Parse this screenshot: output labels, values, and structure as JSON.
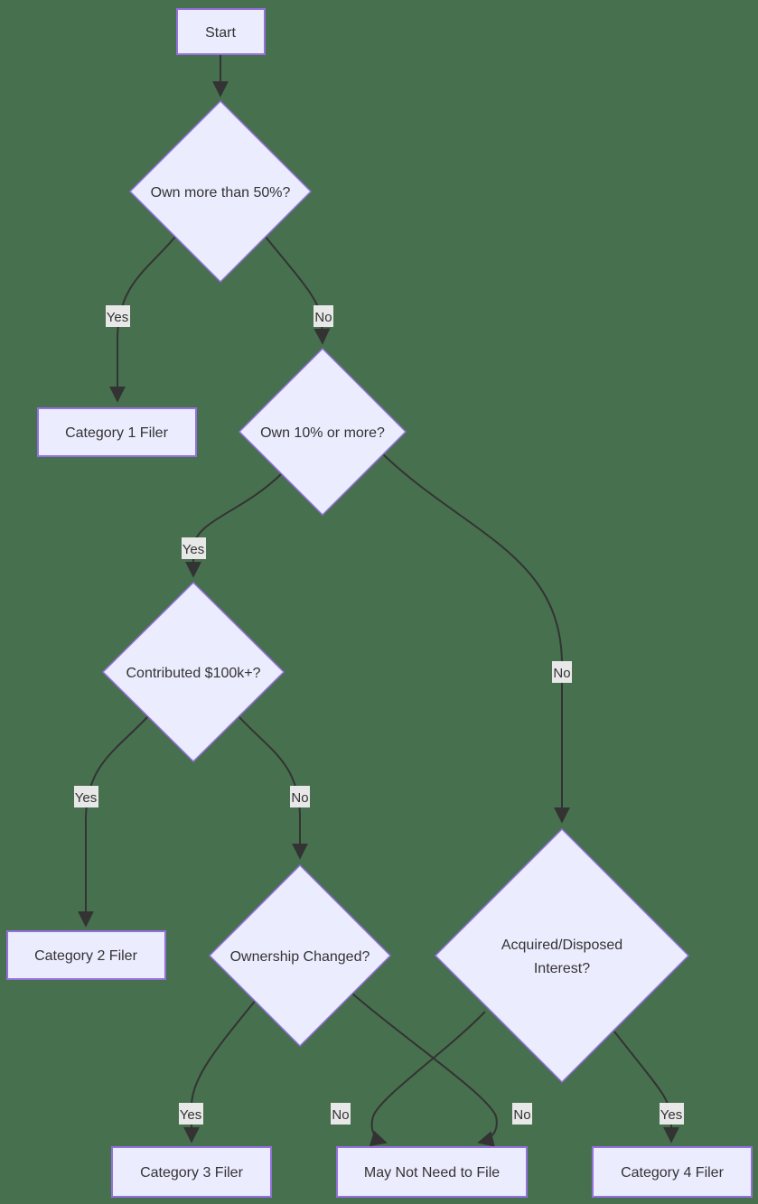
{
  "diagram": {
    "type": "flowchart",
    "colors": {
      "background": "#47704F",
      "node_fill": "#ECECFF",
      "node_border": "#9370DB",
      "edge_line": "#333333",
      "edge_label_background": "#E8E8E8",
      "text": "#333333"
    },
    "nodes": {
      "start": {
        "label": "Start",
        "shape": "rect"
      },
      "q_own_50": {
        "label": "Own more than 50%?",
        "shape": "diamond"
      },
      "category_1": {
        "label": "Category 1 Filer",
        "shape": "rect"
      },
      "q_own_10": {
        "label": "Own 10% or more?",
        "shape": "diamond"
      },
      "q_contributed": {
        "label": "Contributed $100k+?",
        "shape": "diamond"
      },
      "category_2": {
        "label": "Category 2 Filer",
        "shape": "rect"
      },
      "q_ownership_changed": {
        "label": "Ownership Changed?",
        "shape": "diamond"
      },
      "q_acquired_disposed": {
        "label_line1": "Acquired/Disposed",
        "label_line2": "Interest?",
        "shape": "diamond"
      },
      "category_3": {
        "label": "Category 3 Filer",
        "shape": "rect"
      },
      "may_not_need": {
        "label": "May Not Need to File",
        "shape": "rect"
      },
      "category_4": {
        "label": "Category 4 Filer",
        "shape": "rect"
      }
    },
    "edges": {
      "start_to_own50": {
        "label": ""
      },
      "own50_yes": {
        "label": "Yes",
        "from": "q_own_50",
        "to": "category_1"
      },
      "own50_no": {
        "label": "No",
        "from": "q_own_50",
        "to": "q_own_10"
      },
      "own10_yes": {
        "label": "Yes",
        "from": "q_own_10",
        "to": "q_contributed"
      },
      "own10_no": {
        "label": "No",
        "from": "q_own_10",
        "to": "q_acquired_disposed"
      },
      "contributed_yes": {
        "label": "Yes",
        "from": "q_contributed",
        "to": "category_2"
      },
      "contributed_no": {
        "label": "No",
        "from": "q_contributed",
        "to": "q_ownership_changed"
      },
      "ownership_yes": {
        "label": "Yes",
        "from": "q_ownership_changed",
        "to": "category_3"
      },
      "ownership_no": {
        "label": "No",
        "from": "q_ownership_changed",
        "to": "may_not_need"
      },
      "acquired_no": {
        "label": "No",
        "from": "q_acquired_disposed",
        "to": "may_not_need"
      },
      "acquired_yes": {
        "label": "Yes",
        "from": "q_acquired_disposed",
        "to": "category_4"
      }
    }
  }
}
